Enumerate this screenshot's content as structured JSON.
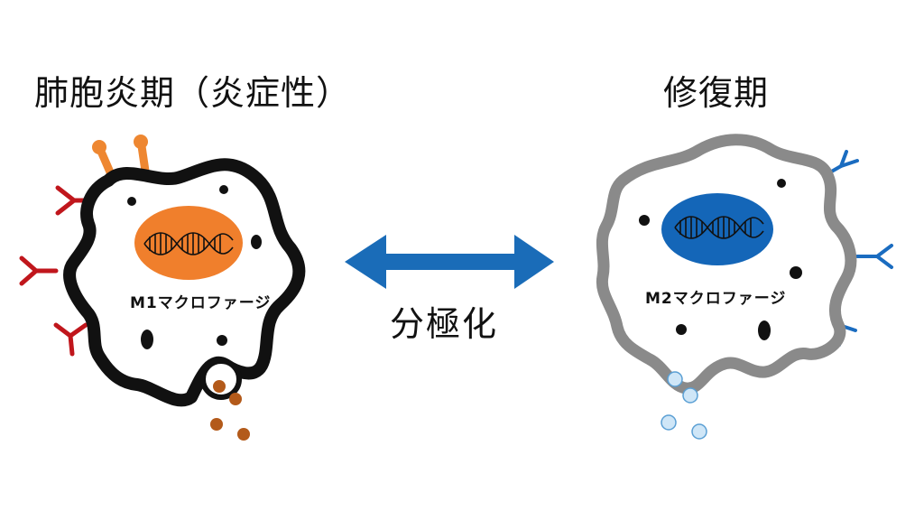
{
  "left": {
    "title": "肺胞炎期（炎症性）",
    "cell_label": "M1マクロファージ",
    "colors": {
      "outline": "#111111",
      "nucleus": "#f07f2c",
      "receptor": "#c0161c",
      "ligand": "#ee8731",
      "granule": "#b35a1a"
    }
  },
  "right": {
    "title": "修復期",
    "cell_label": "M2マクロファージ",
    "colors": {
      "outline": "#8a8a8a",
      "nucleus": "#1466b8",
      "receptor": "#1a6cc0",
      "granule": "#cfe6f7"
    }
  },
  "center": {
    "label": "分極化",
    "arrow_color": "#1a6cb8"
  }
}
